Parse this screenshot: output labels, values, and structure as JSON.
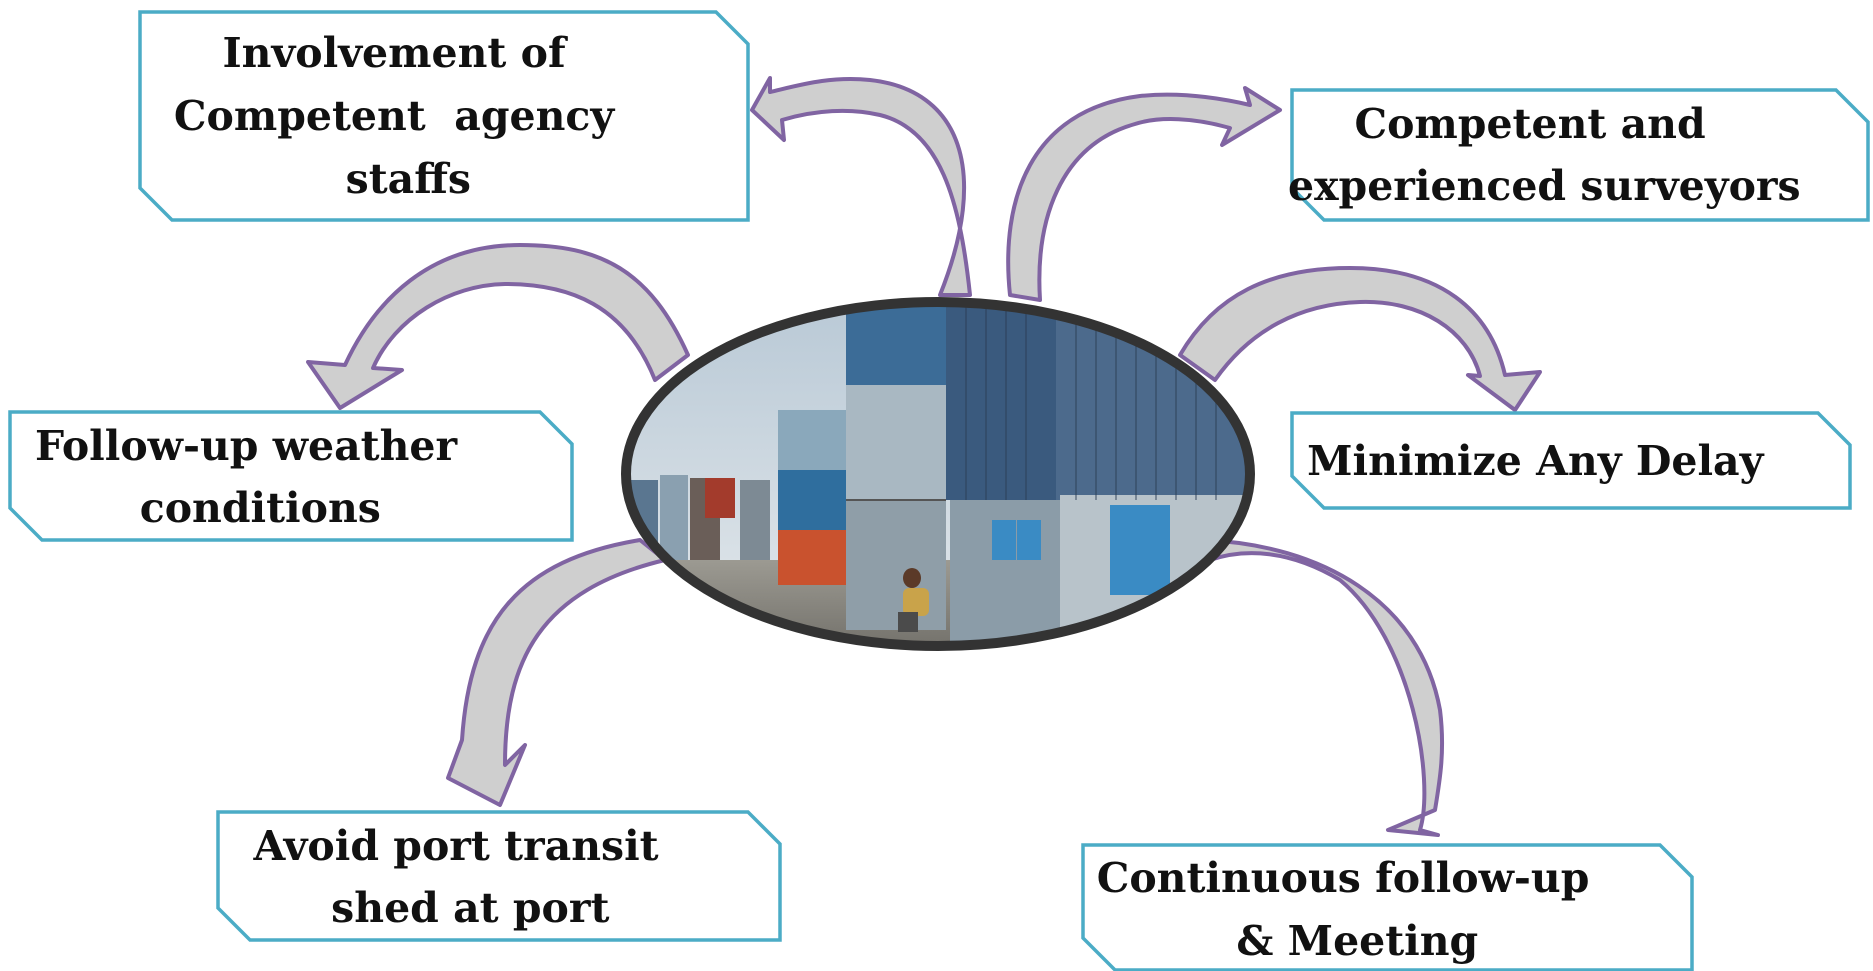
{
  "diagram": {
    "center_image_alt": "",
    "boxes": [
      {
        "id": "involvement",
        "lines": [
          "Involvement of",
          "Competent  agency",
          "staffs"
        ]
      },
      {
        "id": "surveyors",
        "lines": [
          "Competent and",
          "experienced surveyors"
        ]
      },
      {
        "id": "weather",
        "lines": [
          "Follow-up weather",
          "conditions"
        ]
      },
      {
        "id": "delay",
        "lines": [
          "Minimize Any Delay"
        ]
      },
      {
        "id": "transit",
        "lines": [
          "Avoid port transit",
          "shed at port"
        ]
      },
      {
        "id": "meeting",
        "lines": [
          "Continuous follow-up",
          "& Meeting"
        ]
      }
    ],
    "colors": {
      "box_border": "#4bacc6",
      "arrow_border": "#8064a2",
      "arrow_fill": "#cfcfcf",
      "ellipse_border": "#333333"
    }
  }
}
